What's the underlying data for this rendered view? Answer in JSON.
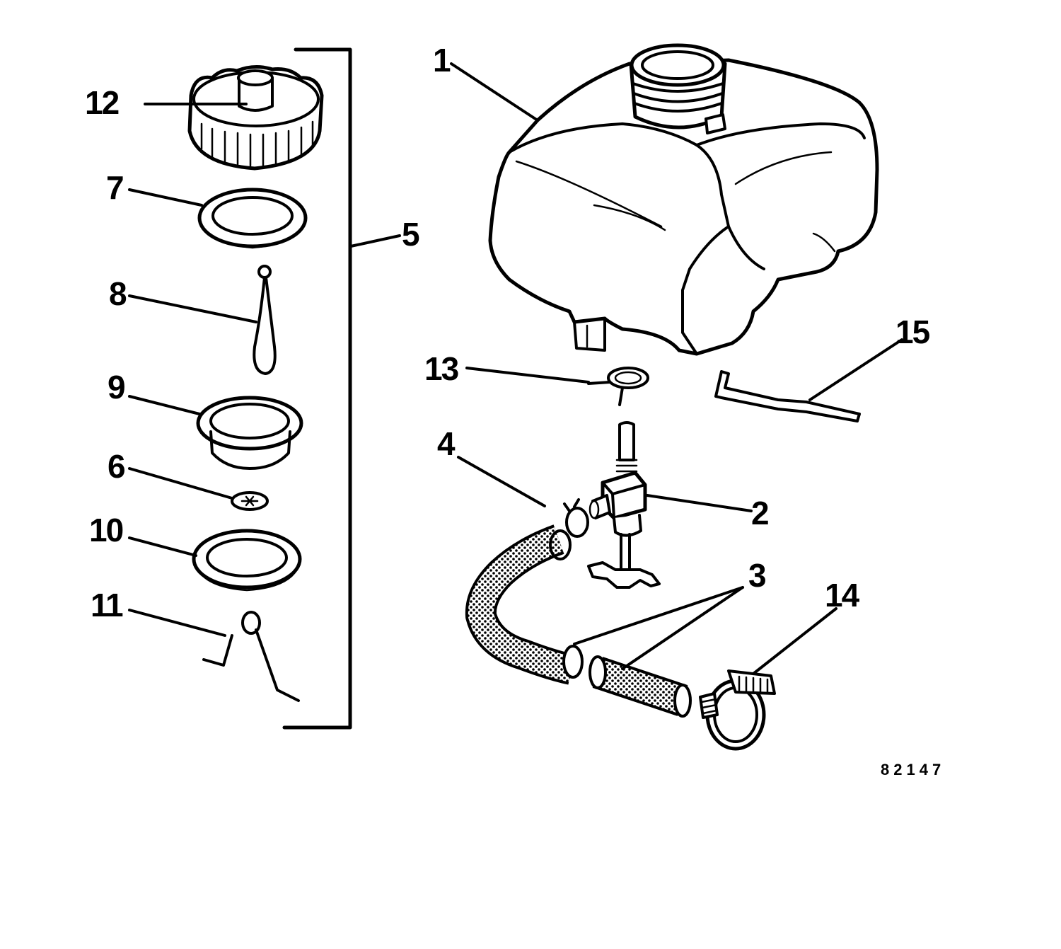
{
  "diagram": {
    "figure_number": "82147",
    "callouts": [
      {
        "id": "1",
        "label": "1"
      },
      {
        "id": "2",
        "label": "2"
      },
      {
        "id": "3",
        "label": "3"
      },
      {
        "id": "4",
        "label": "4"
      },
      {
        "id": "5",
        "label": "5"
      },
      {
        "id": "6",
        "label": "6"
      },
      {
        "id": "7",
        "label": "7"
      },
      {
        "id": "8",
        "label": "8"
      },
      {
        "id": "9",
        "label": "9"
      },
      {
        "id": "10",
        "label": "10"
      },
      {
        "id": "11",
        "label": "11"
      },
      {
        "id": "12",
        "label": "12"
      },
      {
        "id": "13",
        "label": "13"
      },
      {
        "id": "14",
        "label": "14"
      },
      {
        "id": "15",
        "label": "15"
      }
    ],
    "ink_color": "#000000",
    "background_color": "#ffffff"
  }
}
